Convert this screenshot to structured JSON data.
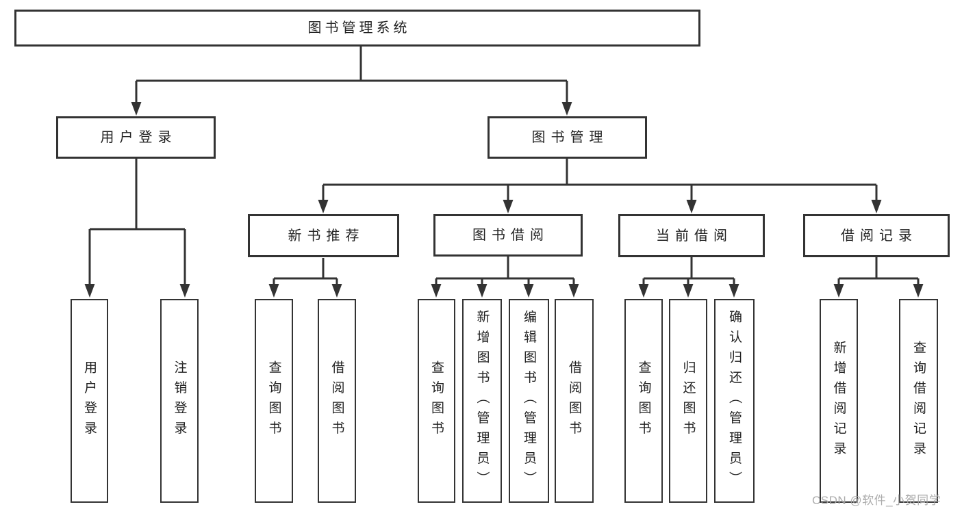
{
  "root": {
    "label": "图书管理系统"
  },
  "branches": [
    {
      "label": "用户登录",
      "children": [
        {
          "label": "用户登录"
        },
        {
          "label": "注销登录"
        }
      ]
    },
    {
      "label": "图书管理",
      "children": [
        {
          "label": "新书推荐",
          "children": [
            {
              "label": "查询图书"
            },
            {
              "label": "借阅图书"
            }
          ]
        },
        {
          "label": "图书借阅",
          "children": [
            {
              "label": "查询图书"
            },
            {
              "label": "新增图书（管理员）"
            },
            {
              "label": "编辑图书（管理员）"
            },
            {
              "label": "借阅图书"
            }
          ]
        },
        {
          "label": "当前借阅",
          "children": [
            {
              "label": "查询图书"
            },
            {
              "label": "归还图书"
            },
            {
              "label": "确认归还（管理员）"
            }
          ]
        },
        {
          "label": "借阅记录",
          "children": [
            {
              "label": "新增借阅记录"
            },
            {
              "label": "查询借阅记录"
            }
          ]
        }
      ]
    }
  ],
  "watermark": {
    "text": "CSDN @软件_小贺同学"
  },
  "colors": {
    "line": "#333333",
    "box_border": "#333333",
    "text": "#222222",
    "watermark": "#a5a5a5",
    "background": "#ffffff"
  }
}
